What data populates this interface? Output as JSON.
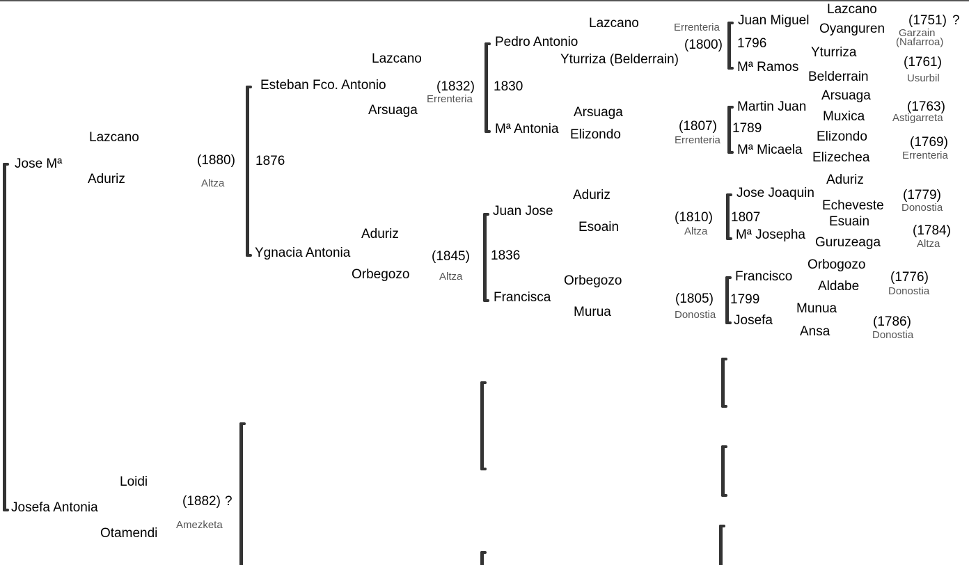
{
  "gen1": {
    "p1": {
      "name": "Jose Mª",
      "surname1": "Lazcano",
      "surname2": "Aduriz",
      "year": "(1880)",
      "place": "Altza"
    },
    "p2": {
      "name": "Josefa Antonia",
      "surname1": "Loidi",
      "surname2": "Otamendi",
      "year": "(1882)",
      "mark": "?",
      "place": "Amezketa"
    }
  },
  "gen2": {
    "marriage_year": "1876",
    "father": {
      "name": "Esteban Fco. Antonio",
      "surname1": "Lazcano",
      "surname2": "Arsuaga",
      "year": "(1832)",
      "place": "Errenteria"
    },
    "mother": {
      "name": "Ygnacia Antonia",
      "surname1": "Aduriz",
      "surname2": "Orbegozo",
      "year": "(1845)",
      "place": "Altza"
    }
  },
  "gen3": {
    "f_marriage_year": "1830",
    "ff": {
      "name": "Pedro Antonio",
      "surname1": "Lazcano",
      "surname2": "Yturriza (Belderrain)",
      "year": "(1800)",
      "place": "Errenteria"
    },
    "fm": {
      "name": "Mª Antonia",
      "surname1": "Arsuaga",
      "surname2": "Elizondo",
      "year": "(1807)",
      "place": "Errenteria"
    },
    "m_marriage_year": "1836",
    "mf": {
      "name": "Juan Jose",
      "surname1": "Aduriz",
      "surname2": "Esoain",
      "year": "(1810)",
      "place": "Altza"
    },
    "mm": {
      "name": "Francisca",
      "surname1": "Orbegozo",
      "surname2": "Murua",
      "year": "(1805)",
      "place": "Donostia"
    }
  },
  "gen4": [
    {
      "marriage_year": "1796",
      "father": {
        "name": "Juan Miguel",
        "surname1": "Lazcano",
        "surname2": "Oyanguren",
        "year": "(1751)",
        "mark": "?",
        "place": "Garzain",
        "place2": "(Nafarroa)"
      },
      "mother": {
        "name": "Mª Ramos",
        "surname1": "Yturriza",
        "surname2": "Belderrain",
        "year": "(1761)",
        "place": "Usurbil"
      }
    },
    {
      "marriage_year": "1789",
      "father": {
        "name": "Martin Juan",
        "surname1": "Arsuaga",
        "surname2": "Muxica",
        "year": "(1763)",
        "place": "Astigarreta"
      },
      "mother": {
        "name": "Mª Micaela",
        "surname1": "Elizondo",
        "surname2": "Elizechea",
        "year": "(1769)",
        "place": "Errenteria"
      }
    },
    {
      "marriage_year": "1807",
      "father": {
        "name": "Jose Joaquin",
        "surname1": "Aduriz",
        "surname2": "Echeveste",
        "year": "(1779)",
        "place": "Donostia"
      },
      "mother": {
        "name": "Mª Josepha",
        "surname1": "Esuain",
        "surname2": "Guruzeaga",
        "year": "(1784)",
        "place": "Altza"
      }
    },
    {
      "marriage_year": "1799",
      "father": {
        "name": "Francisco",
        "surname1": "Orbogozo",
        "surname2": "Aldabe",
        "year": "(1776)",
        "place": "Donostia"
      },
      "mother": {
        "name": "Josefa",
        "surname1": "Munua",
        "surname2": "Ansa",
        "year": "(1786)",
        "place": "Donostia"
      }
    }
  ]
}
